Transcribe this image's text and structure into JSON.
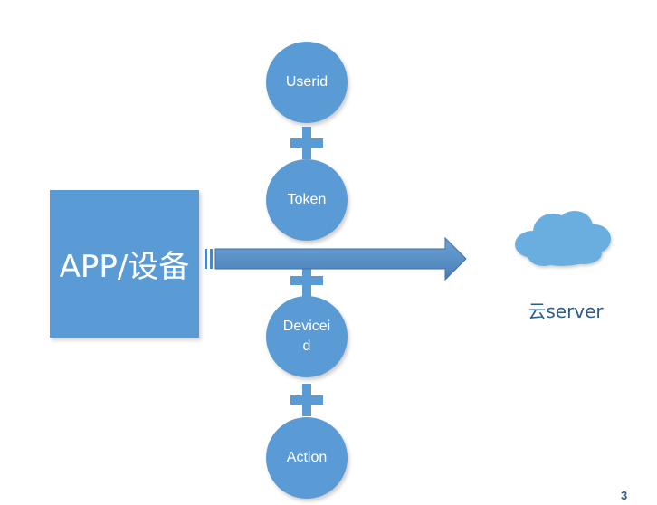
{
  "app_box": {
    "label": "APP/设备"
  },
  "chain": [
    {
      "label": "Userid"
    },
    {
      "label": "Token"
    },
    {
      "label": "Deviceid"
    },
    {
      "label": "Action"
    }
  ],
  "cloud": {
    "label": "云server",
    "icon": "cloud-icon"
  },
  "page_number": "3",
  "colors": {
    "shape_fill": "#5b9bd5",
    "arrow_fill": "#4f86bd",
    "label_text": "#2e5c8a",
    "background": "#ffffff"
  }
}
